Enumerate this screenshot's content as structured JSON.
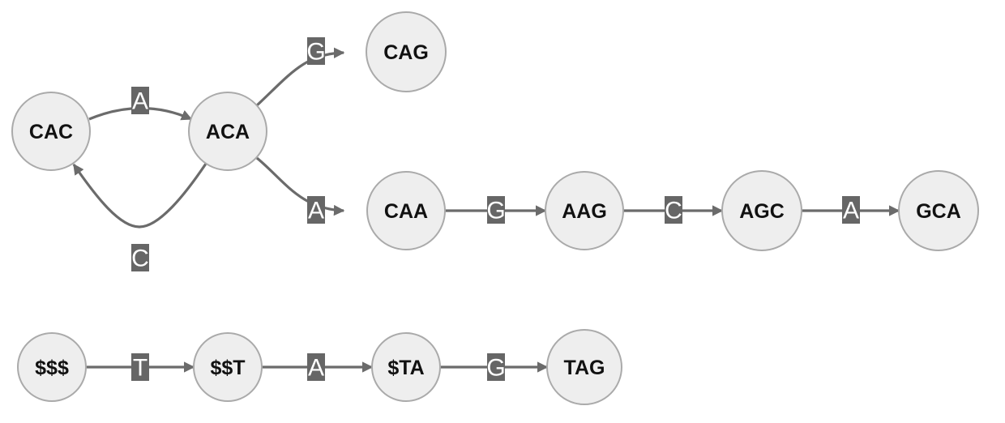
{
  "nodes": [
    {
      "id": "cac",
      "label": "CAC"
    },
    {
      "id": "aca",
      "label": "ACA"
    },
    {
      "id": "cag",
      "label": "CAG"
    },
    {
      "id": "caa",
      "label": "CAA"
    },
    {
      "id": "aag",
      "label": "AAG"
    },
    {
      "id": "agc",
      "label": "AGC"
    },
    {
      "id": "gca",
      "label": "GCA"
    },
    {
      "id": "sss",
      "label": "$$$"
    },
    {
      "id": "sst",
      "label": "$$T"
    },
    {
      "id": "sta",
      "label": "$TA"
    },
    {
      "id": "tag",
      "label": "TAG"
    }
  ],
  "edges": [
    {
      "from": "cac",
      "to": "aca",
      "label": "A"
    },
    {
      "from": "aca",
      "to": "cac",
      "label": "C"
    },
    {
      "from": "aca",
      "to": "cag",
      "label": "G"
    },
    {
      "from": "aca",
      "to": "caa",
      "label": "A"
    },
    {
      "from": "caa",
      "to": "aag",
      "label": "G"
    },
    {
      "from": "aag",
      "to": "agc",
      "label": "C"
    },
    {
      "from": "agc",
      "to": "gca",
      "label": "A"
    },
    {
      "from": "sss",
      "to": "sst",
      "label": "T"
    },
    {
      "from": "sst",
      "to": "sta",
      "label": "A"
    },
    {
      "from": "sta",
      "to": "tag",
      "label": "G"
    }
  ],
  "colors": {
    "node_fill": "#eeeeee",
    "node_stroke": "#aaaaaa",
    "edge": "#6b6b6b",
    "label_bg": "#666666",
    "label_text": "#ffffff"
  }
}
